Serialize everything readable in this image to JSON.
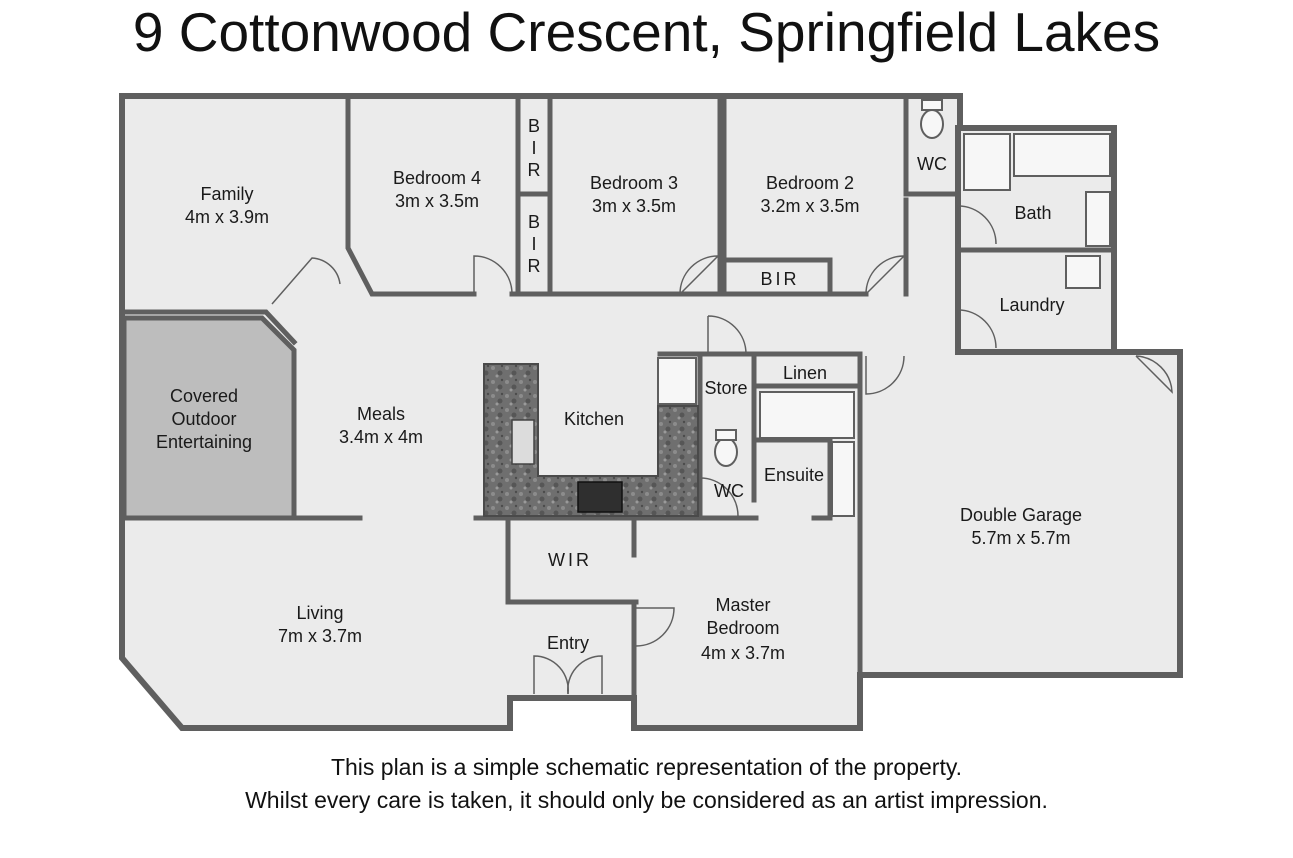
{
  "title": "9 Cottonwood Crescent, Springfield Lakes",
  "rooms": {
    "family": {
      "name": "Family",
      "size": "4m x 3.9m"
    },
    "bedroom4": {
      "name": "Bedroom 4",
      "size": "3m x 3.5m"
    },
    "bedroom3": {
      "name": "Bedroom 3",
      "size": "3m x 3.5m"
    },
    "bedroom2": {
      "name": "Bedroom 2",
      "size": "3.2m x 3.5m"
    },
    "bir_letters": [
      "B",
      "I",
      "R"
    ],
    "bir_label": "BIR",
    "wc": "WC",
    "bath": "Bath",
    "laundry": "Laundry",
    "covered_outdoor": [
      "Covered",
      "Outdoor",
      "Entertaining"
    ],
    "meals": {
      "name": "Meals",
      "size": "3.4m x 4m"
    },
    "kitchen": "Kitchen",
    "store": "Store",
    "linen": "Linen",
    "ensuite": "Ensuite",
    "garage": {
      "name": "Double Garage",
      "size": "5.7m x 5.7m"
    },
    "wir": "WIR",
    "living": {
      "name": "Living",
      "size": "7m x 3.7m"
    },
    "entry": "Entry",
    "master": {
      "name1": "Master",
      "name2": "Bedroom",
      "size": "4m x 3.7m"
    }
  },
  "disclaimer": {
    "line1": "This plan is a simple schematic representation of the property.",
    "line2": "Whilst every care is taken, it should only be considered as an artist impression."
  },
  "colors": {
    "floor": "#ebebeb",
    "wall": "#5f5f5f",
    "outdoor": "#bdbdbd",
    "bench": "#6f6f6f"
  }
}
